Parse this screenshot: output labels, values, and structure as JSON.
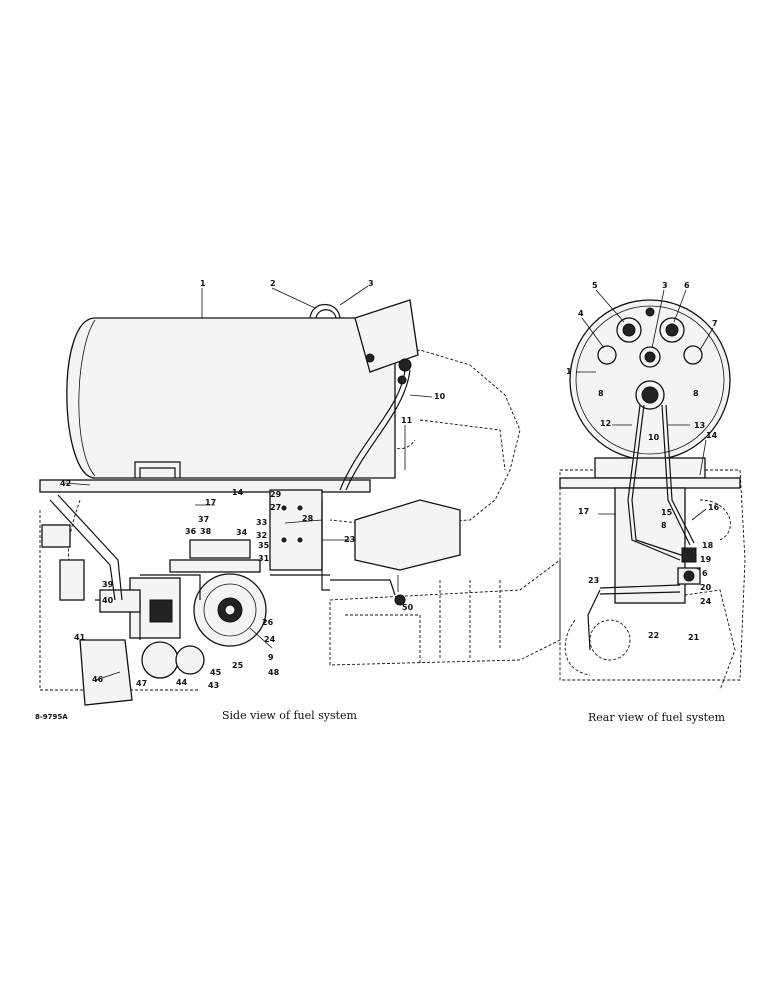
{
  "figure_id": "8-9795A",
  "side_view": {
    "caption": "Side view of fuel system",
    "callouts": [
      "1",
      "2",
      "3",
      "10",
      "11",
      "42",
      "17",
      "14",
      "29",
      "27",
      "28",
      "23",
      "37",
      "38",
      "33",
      "32",
      "36",
      "34",
      "35",
      "31",
      "39",
      "40",
      "41",
      "26",
      "24",
      "50",
      "9",
      "25",
      "48",
      "45",
      "43",
      "44",
      "46",
      "47"
    ]
  },
  "rear_view": {
    "caption": "Rear view of fuel system",
    "callouts": [
      "5",
      "3",
      "6",
      "4",
      "7",
      "1",
      "8",
      "8",
      "12",
      "10",
      "13",
      "14",
      "17",
      "16",
      "15",
      "8",
      "18",
      "19",
      "6",
      "20",
      "24",
      "23",
      "22",
      "21"
    ]
  }
}
